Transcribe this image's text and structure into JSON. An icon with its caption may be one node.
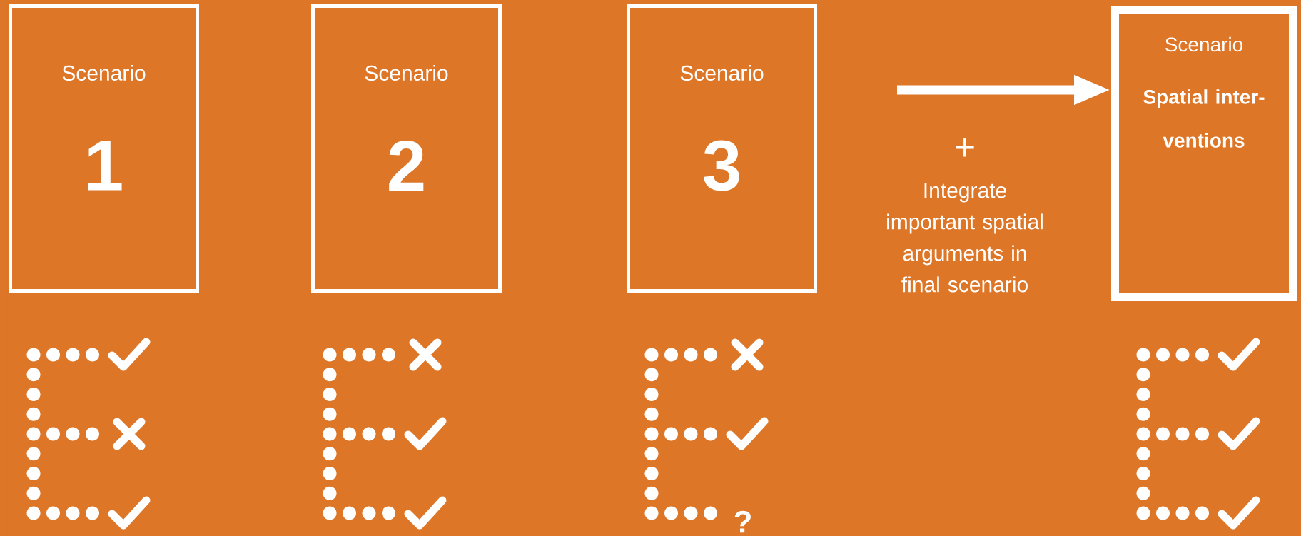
{
  "diagram": {
    "nodes": [
      {
        "text": [
          "Scenario",
          "1"
        ]
      },
      {
        "text": [
          "Scenario",
          "2"
        ]
      },
      {
        "text": [
          "Scenario",
          "3"
        ]
      },
      {
        "text": [
          "Scenario",
          "Spatial inter-ventions"
        ]
      }
    ],
    "edges": [
      {
        "from": null,
        "to": 3,
        "arrow": "to"
      }
    ],
    "labels": [
      "+",
      "Integrate important spatial arguments in final scenario",
      "?"
    ]
  }
}
